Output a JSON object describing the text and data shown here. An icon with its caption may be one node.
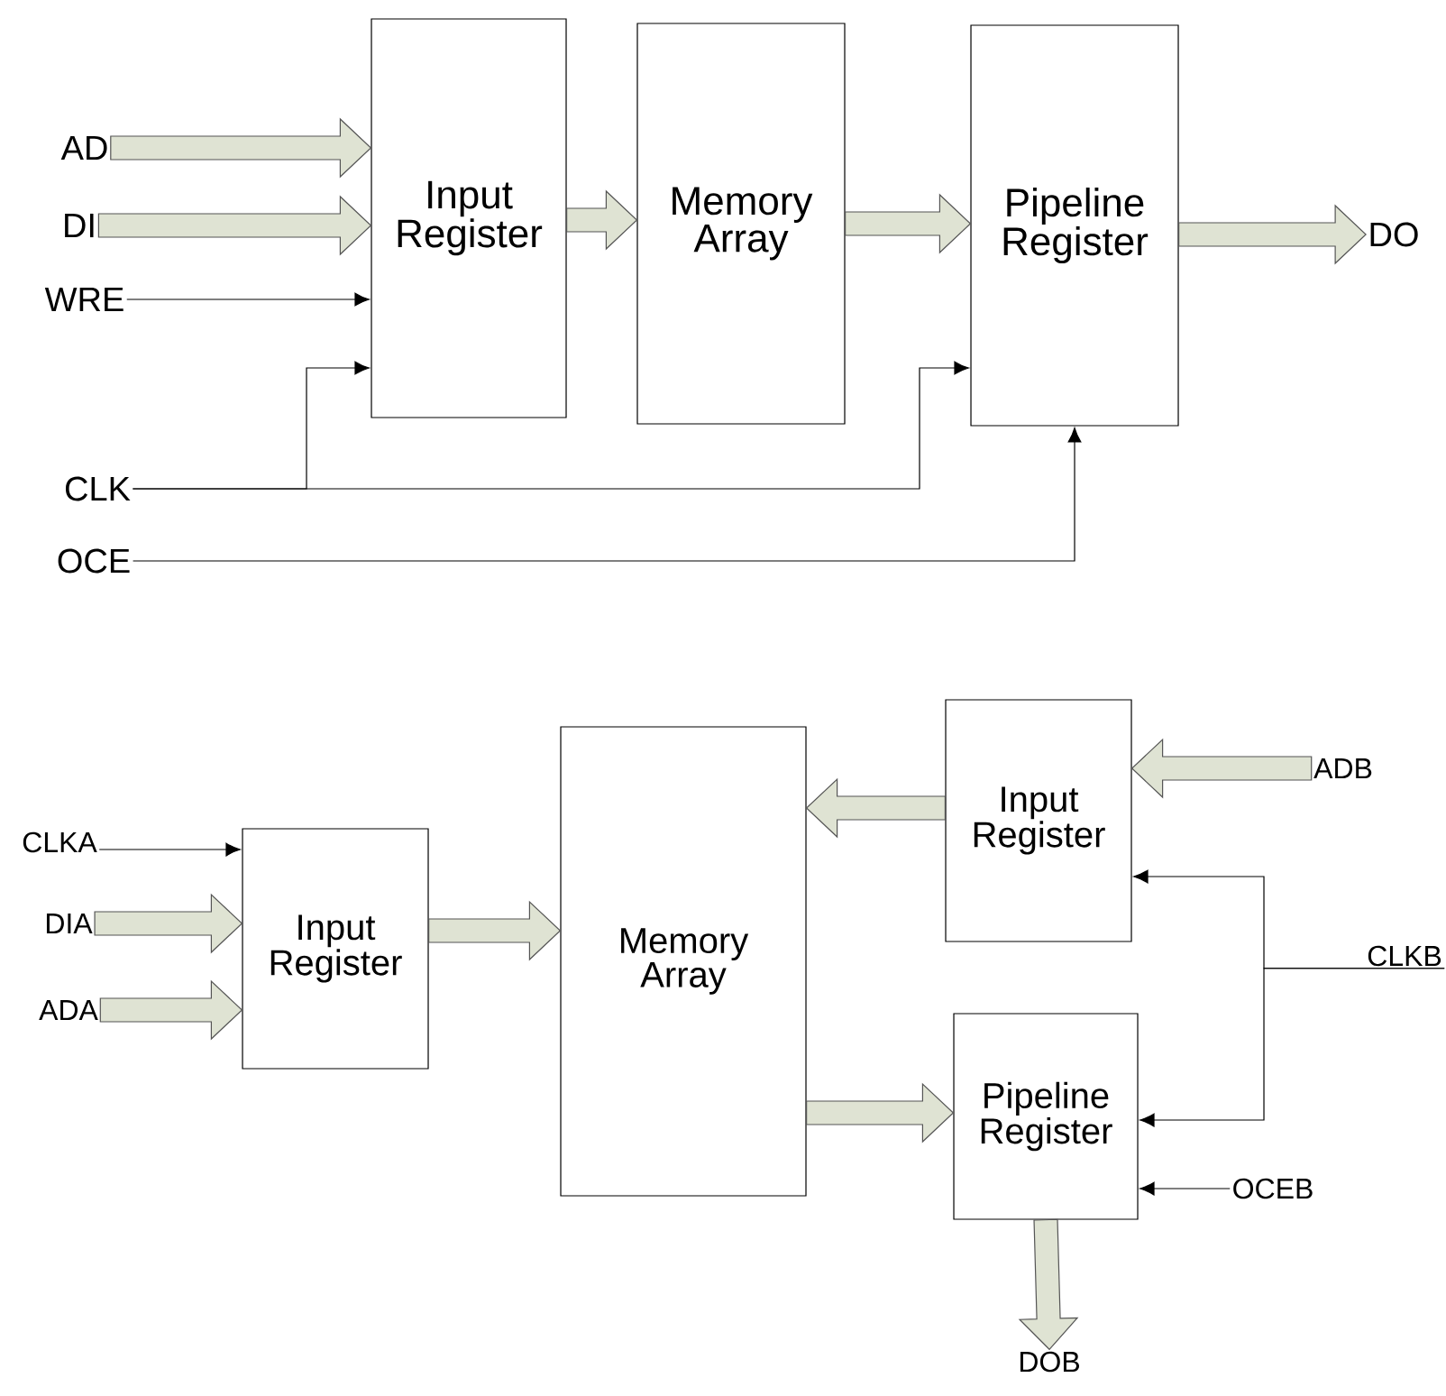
{
  "diagram": {
    "nodes": [
      {
        "text": [
          "AD"
        ]
      },
      {
        "text": [
          "DI"
        ]
      },
      {
        "text": [
          "WRE"
        ]
      },
      {
        "text": [
          "CLK"
        ]
      },
      {
        "text": [
          "OCE"
        ]
      },
      {
        "text": [
          "Input Register"
        ]
      },
      {
        "text": [
          "Memory Array"
        ]
      },
      {
        "text": [
          "Pipeline Register"
        ]
      },
      {
        "text": [
          "DO"
        ]
      },
      {
        "text": [
          "CLKA"
        ]
      },
      {
        "text": [
          "DIA"
        ]
      },
      {
        "text": [
          "ADA"
        ]
      },
      {
        "text": [
          "Input Register"
        ]
      },
      {
        "text": [
          "Memory Array"
        ]
      },
      {
        "text": [
          "Input Register"
        ]
      },
      {
        "text": [
          "ADB"
        ]
      },
      {
        "text": [
          "Pipeline Register"
        ]
      },
      {
        "text": [
          "CLKB"
        ]
      },
      {
        "text": [
          "OCEB"
        ]
      },
      {
        "text": [
          "DOB"
        ]
      }
    ],
    "edges": [
      {
        "from": 0,
        "to": 5,
        "arrow": "to",
        "style": "thick"
      },
      {
        "from": 1,
        "to": 5,
        "arrow": "to",
        "style": "thick"
      },
      {
        "from": 2,
        "to": 5,
        "arrow": "to"
      },
      {
        "from": 3,
        "to": 5,
        "arrow": "to"
      },
      {
        "from": 3,
        "to": 7,
        "arrow": "to"
      },
      {
        "from": 4,
        "to": 7,
        "arrow": "to"
      },
      {
        "from": 5,
        "to": 6,
        "arrow": "to",
        "style": "thick"
      },
      {
        "from": 6,
        "to": 7,
        "arrow": "to",
        "style": "thick"
      },
      {
        "from": 7,
        "to": 8,
        "arrow": "to",
        "style": "thick"
      },
      {
        "from": 9,
        "to": 12,
        "arrow": "to"
      },
      {
        "from": 10,
        "to": 12,
        "arrow": "to",
        "style": "thick"
      },
      {
        "from": 11,
        "to": 12,
        "arrow": "to",
        "style": "thick"
      },
      {
        "from": 12,
        "to": 13,
        "arrow": "to",
        "style": "thick"
      },
      {
        "from": 14,
        "to": 13,
        "arrow": "to",
        "style": "thick"
      },
      {
        "from": 15,
        "to": 14,
        "arrow": "to",
        "style": "thick"
      },
      {
        "from": 17,
        "to": 14,
        "arrow": "to"
      },
      {
        "from": 17,
        "to": 16,
        "arrow": "to"
      },
      {
        "from": 13,
        "to": 16,
        "arrow": "to",
        "style": "thick"
      },
      {
        "from": 18,
        "to": 16,
        "arrow": "to"
      },
      {
        "from": 16,
        "to": 19,
        "arrow": "to",
        "style": "thick"
      }
    ]
  }
}
